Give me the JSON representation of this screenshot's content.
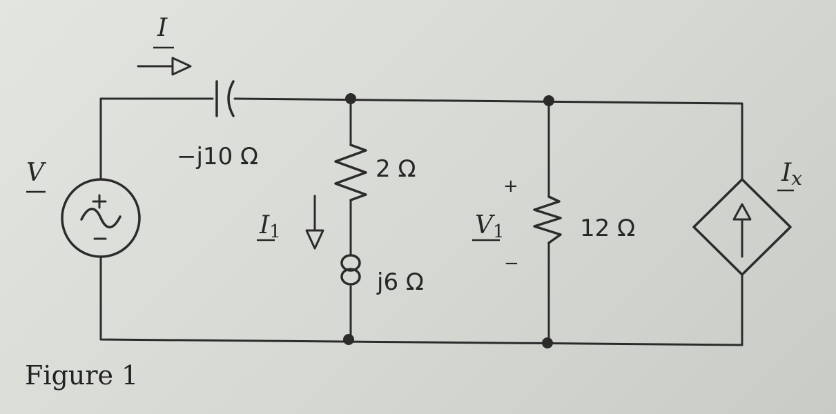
{
  "figure": {
    "caption": "Figure 1"
  },
  "labels": {
    "source_voltage": "V",
    "source_current": "I",
    "capacitor": "−j10 Ω",
    "resistor_2": "2 Ω",
    "inductor": "j6 Ω",
    "branch_current_prefix": "I",
    "branch_current_sub": "1",
    "voltage_prefix": "V",
    "voltage_sub": "1",
    "plus": "+",
    "minus": "−",
    "resistor_12": "12 Ω",
    "dep_current_prefix": "I",
    "dep_current_sub": "x"
  },
  "colors": {
    "ink": "#2b2b2b",
    "paper": "#dcdfd9"
  }
}
